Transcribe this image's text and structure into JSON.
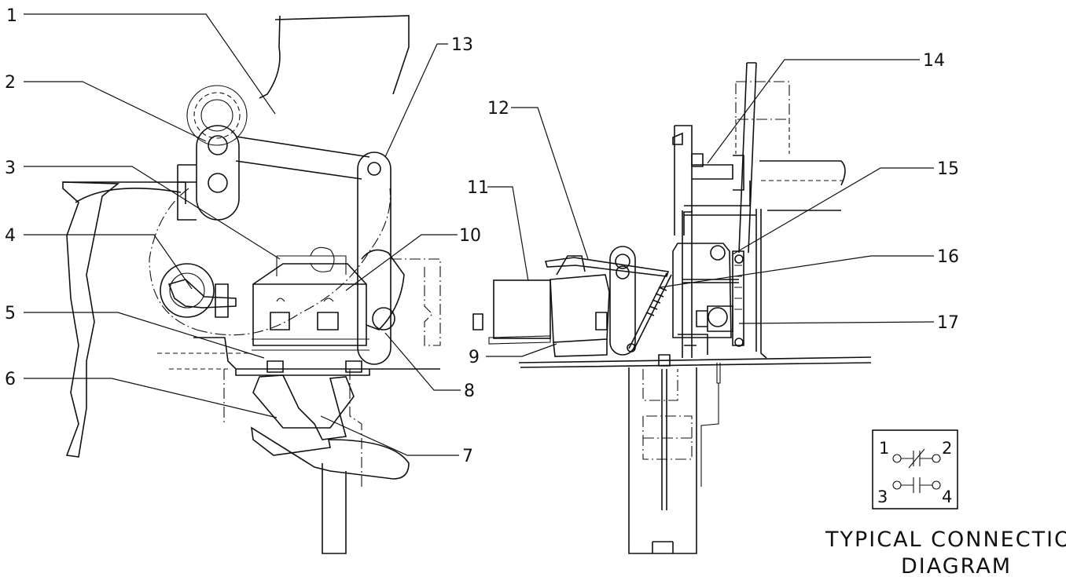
{
  "callouts": [
    "1",
    "2",
    "3",
    "4",
    "5",
    "6",
    "7",
    "8",
    "9",
    "10",
    "11",
    "12",
    "13",
    "14",
    "15",
    "16",
    "17"
  ],
  "connection_diagram": {
    "terminals": [
      "1",
      "2",
      "3",
      "4"
    ],
    "caption_line1": "TYPICAL  CONNECTION",
    "caption_line2": "DIAGRAM"
  }
}
